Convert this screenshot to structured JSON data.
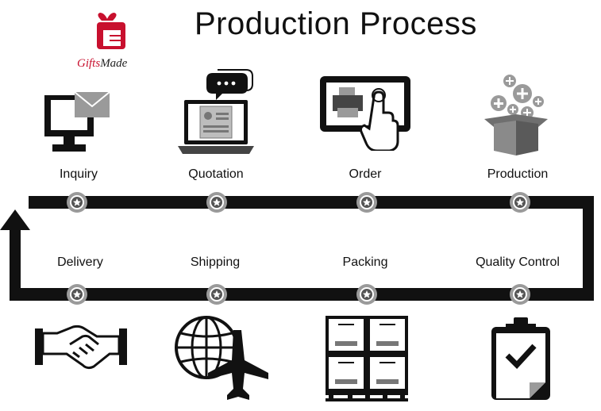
{
  "title": "Production Process",
  "logo": {
    "prefix": "Gifts",
    "suffix": "Made"
  },
  "steps_top": [
    {
      "label": "Inquiry",
      "icon": "computer-mail-icon"
    },
    {
      "label": "Quotation",
      "icon": "laptop-chat-icon"
    },
    {
      "label": "Order",
      "icon": "touchscreen-printer-icon"
    },
    {
      "label": "Production",
      "icon": "box-plus-icon"
    }
  ],
  "steps_bottom": [
    {
      "label": "Delivery",
      "icon": "handshake-icon"
    },
    {
      "label": "Shipping",
      "icon": "globe-airplane-icon"
    },
    {
      "label": "Packing",
      "icon": "stacked-boxes-icon"
    },
    {
      "label": "Quality Control",
      "icon": "clipboard-check-icon"
    }
  ],
  "colors": {
    "brand": "#c8102e",
    "line": "#111111",
    "node": "#9a9a9a"
  }
}
